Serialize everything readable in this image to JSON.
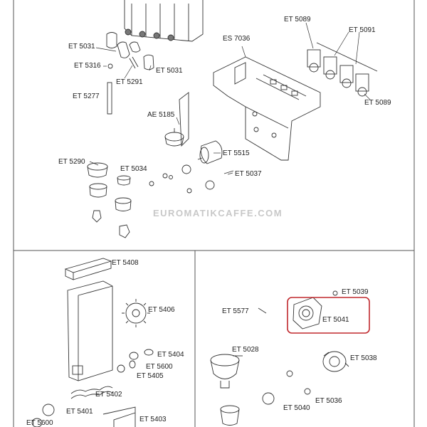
{
  "watermark": "EUROMATIKCAFFE.COM",
  "labels": {
    "et5031a": "ET 5031",
    "et5316": "ET 5316",
    "et5291": "ET 5291",
    "et5031b": "ET 5031",
    "et5277": "ET 5277",
    "es7036": "ES 7036",
    "et5089a": "ET 5089",
    "et5091": "ET 5091",
    "et5089b": "ET 5089",
    "ae5185": "AE 5185",
    "et5515": "ET 5515",
    "et5290": "ET 5290",
    "et5034": "ET 5034",
    "et5037": "ET 5037",
    "et5408": "ET 5408",
    "et5406": "ET 5406",
    "et5404": "ET 5404",
    "et5600a": "ET 5600",
    "et5405": "ET 5405",
    "et5402": "ET 5402",
    "et5401": "ET 5401",
    "et5403": "ET 5403",
    "et5600b": "ET 5600",
    "et5039": "ET 5039",
    "et5577": "ET 5577",
    "et5041": "ET 5041",
    "et5028": "ET 5028",
    "et5038": "ET 5038",
    "et5036": "ET 5036",
    "et5040": "ET 5040"
  },
  "highlight_color": "#c0282d"
}
